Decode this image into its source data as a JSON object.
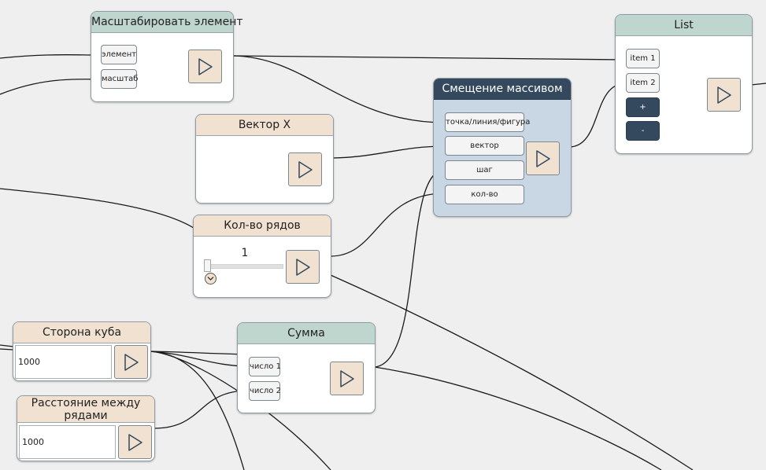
{
  "nodes": {
    "scale": {
      "title": "Масштабировать элемент",
      "inputs": [
        "элемент",
        "масштаб"
      ]
    },
    "list": {
      "title": "List",
      "items": [
        "item 1",
        "item 2"
      ],
      "add_label": "+",
      "remove_label": "-"
    },
    "shift": {
      "title": "Смещение массивом",
      "inputs": [
        "точка/линия/фигура",
        "вектор",
        "шаг",
        "кол-во"
      ]
    },
    "vector_x": {
      "title": "Вектор X"
    },
    "rows": {
      "title": "Кол-во рядов",
      "value": "1"
    },
    "cube_side": {
      "title": "Сторона куба",
      "value": "1000"
    },
    "row_distance": {
      "title": "Расстояние между рядами",
      "value": "1000"
    },
    "sum": {
      "title": "Сумма",
      "inputs": [
        "число 1",
        "число 2"
      ]
    }
  },
  "colors": {
    "header_beige": "#f1e1d1",
    "header_green": "#bfd6cf",
    "header_dark": "#34495e",
    "shift_body": "#c9d6e3",
    "wire": "#1a1a1a"
  },
  "icons": {
    "run": "play-triangle-icon",
    "slider_toggle": "chevron-down-icon"
  }
}
